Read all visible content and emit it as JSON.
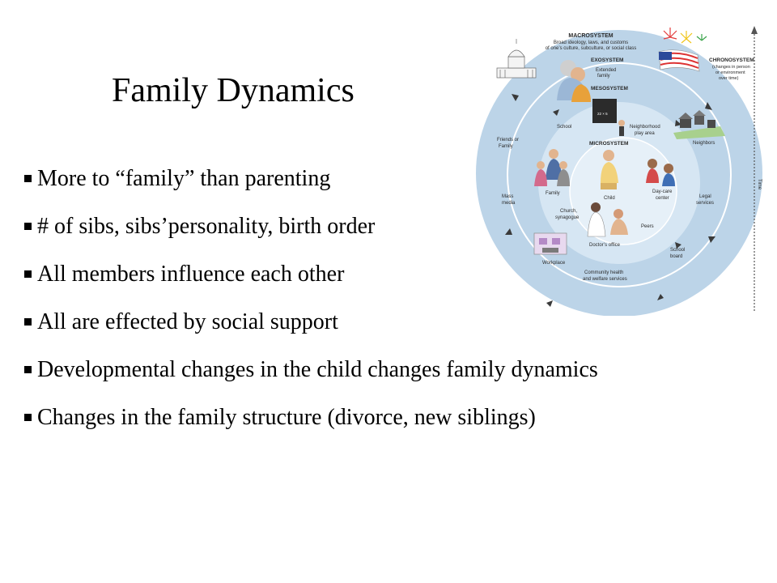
{
  "slide": {
    "title": "Family Dynamics",
    "bullets": [
      "More to “family” than parenting",
      "# of sibs, sibs’personality, birth order",
      "All members influence each other",
      "All are effected by social support",
      "Developmental changes in the child changes family dynamics",
      "Changes in the family structure (divorce, new siblings)"
    ]
  },
  "diagram": {
    "macrosystem": {
      "title": "MACROSYSTEM",
      "desc_line1": "Broad ideology, laws, and customs",
      "desc_line2": "of one’s culture, subculture, or social class"
    },
    "exosystem": {
      "title": "EXOSYSTEM",
      "item_line1": "Extended",
      "item_line2": "family"
    },
    "mesosystem": {
      "title": "MESOSYSTEM"
    },
    "microsystem": {
      "title": "MICROSYSTEM"
    },
    "chronosystem": {
      "title": "CHRONOSYSTEM",
      "line1": "(changes in person",
      "line2": "or environment",
      "line3": "over time)"
    },
    "time_label": "Time",
    "labels": {
      "school": "School",
      "neighborhood_line1": "Neighborhood",
      "neighborhood_line2": "play area",
      "friends_line1": "Friends or",
      "friends_line2": "Family",
      "neighbors": "Neighbors",
      "family": "Family",
      "child": "Child",
      "daycare_line1": "Day-care",
      "daycare_line2": "center",
      "mass_line1": "Mass",
      "mass_line2": "media",
      "legal_line1": "Legal",
      "legal_line2": "services",
      "church_line1": "Church,",
      "church_line2": "synagogue",
      "peers": "Peers",
      "doctors": "Doctor’s office",
      "school_board_line1": "School",
      "school_board_line2": "board",
      "workplace": "Workplace",
      "community_line1": "Community health",
      "community_line2": "and welfare services",
      "board_text": "22 × 5"
    },
    "colors": {
      "outer_ring": "#bcd4e8",
      "inner_disc": "#d6e6f3",
      "inner_core": "#e6f0f8",
      "ring_line": "#ffffff",
      "arrow": "#3a3a3a"
    }
  }
}
